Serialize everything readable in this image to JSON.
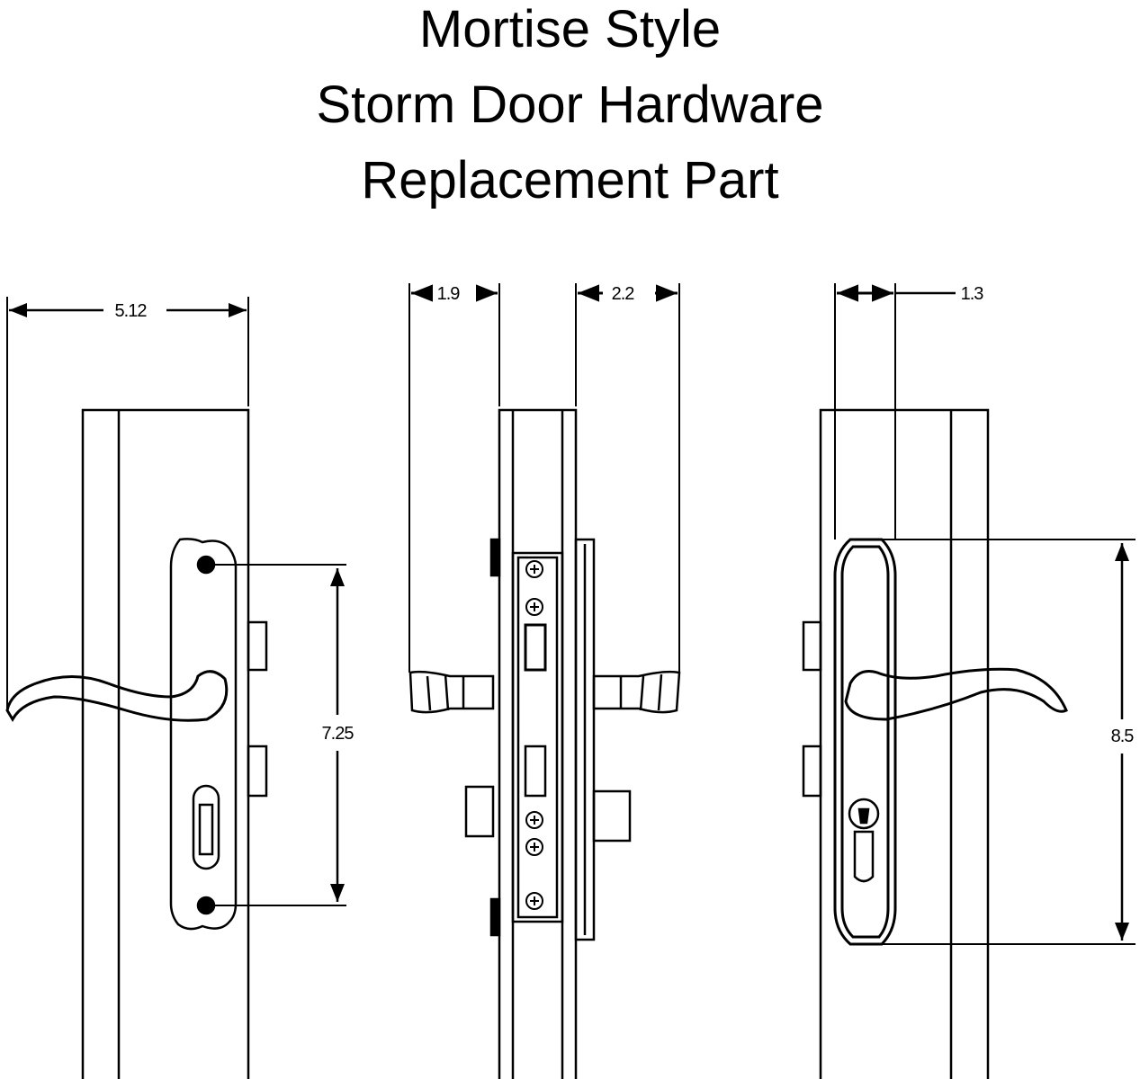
{
  "title": {
    "line1": "Mortise Style",
    "line2": "Storm Door Hardware",
    "line3": "Replacement Part"
  },
  "dimensions": {
    "front_width": "5.12",
    "hole_spacing": "7.25",
    "side_left_projection": "1.9",
    "side_right_projection": "2.2",
    "rear_plate_width": "1.3",
    "rear_plate_height": "8.5"
  },
  "colors": {
    "line": "#000000",
    "background": "#ffffff"
  }
}
